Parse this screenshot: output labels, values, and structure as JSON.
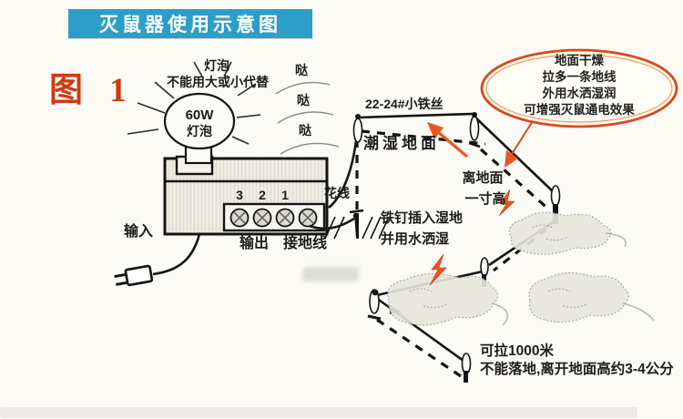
{
  "title": "灭鼠器使用示意图",
  "figure_label": "图 1",
  "colors": {
    "title_bar_blue": "#2d9ec8",
    "figure_red": "#cf3a13",
    "oval_border_red": "#d9491c",
    "arrow_orange": "#e8581e",
    "wire_black": "#1a1a1a"
  },
  "bulb": {
    "warning_line1": "灯泡",
    "warning_line2": "不能用大或小代替",
    "wattage": "60W",
    "label": "灯泡"
  },
  "sound_effects": [
    "哒",
    "哒",
    "哒"
  ],
  "device": {
    "terminal_numbers": [
      "3",
      "2",
      "1"
    ],
    "input_label": "输入",
    "output_label": "输出",
    "ground_label": "接地线",
    "flex_wire_label": "花线"
  },
  "annotations": {
    "wire_spec": "22-24#小铁丝",
    "damp_ground": "潮湿地面",
    "height_note_line1": "离地面",
    "height_note_line2": "一寸高",
    "oval_lines": [
      "地面干燥",
      "拉多一条地线",
      "外用水洒湿润",
      "可增强灭鼠通电效果"
    ],
    "nail_note_line1": "铁钉插入湿地",
    "nail_note_line2": "并用水洒湿",
    "length_note_line1": "可拉1000米",
    "length_note_line2": "不能落地,离开地面高约3-4公分"
  }
}
